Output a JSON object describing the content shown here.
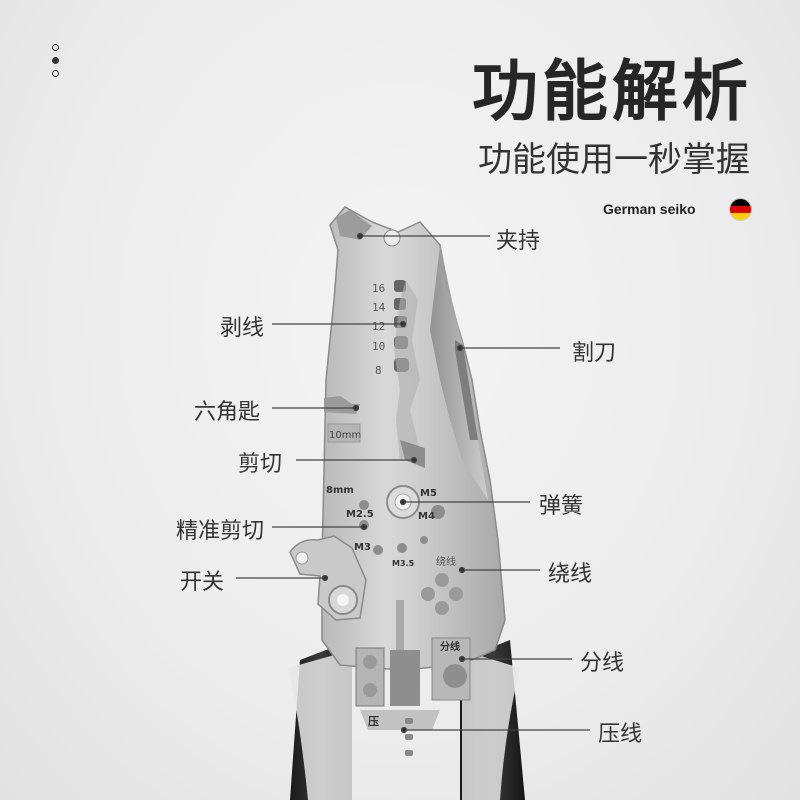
{
  "header": {
    "title": "功能解析",
    "subtitle": "功能使用一秒掌握",
    "brand": "German seiko"
  },
  "flag_colors": [
    "#000000",
    "#dd0000",
    "#ffce00"
  ],
  "blade_markings": {
    "gauges": [
      "16",
      "14",
      "12",
      "10",
      "8"
    ],
    "hex": "10mm",
    "holes": [
      "8mm",
      "M2.5",
      "M3",
      "M3.5",
      "M5",
      "M4"
    ],
    "wind": "绕线",
    "split": "分线",
    "crimp": "压"
  },
  "callouts": {
    "clamp": "夹持",
    "strip": "剥线",
    "cutter": "割刀",
    "hex_key": "六角匙",
    "cut": "剪切",
    "spring": "弹簧",
    "precise_cut": "精准剪切",
    "switch": "开关",
    "wind": "绕线",
    "split": "分线",
    "crimp": "压线"
  }
}
